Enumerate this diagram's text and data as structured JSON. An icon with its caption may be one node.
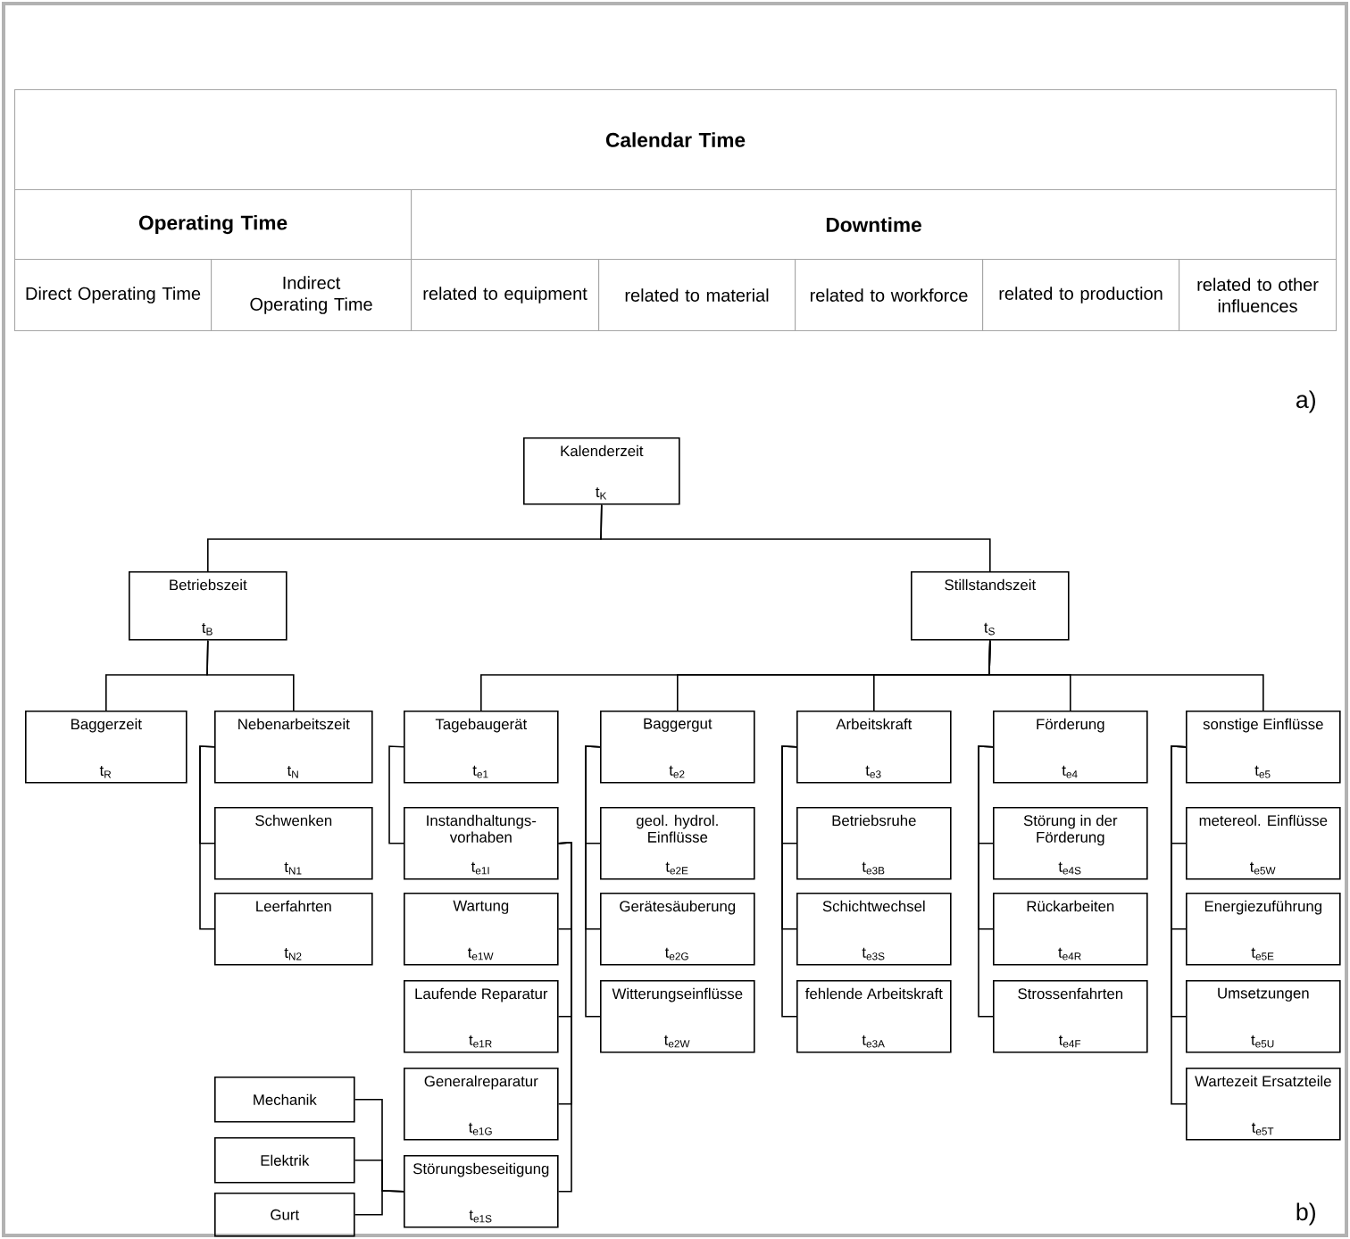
{
  "diagram": {
    "nodes": [
      {
        "text": [
          "Kalenderzeit",
          "t$_{K}$"
        ]
      },
      {
        "text": [
          "Betriebszeit",
          "t$_{B}$"
        ]
      },
      {
        "text": [
          "Stillstandszeit",
          "t$_{S}$"
        ]
      },
      {
        "text": [
          "Baggerzeit",
          "t$_{R}$"
        ]
      },
      {
        "text": [
          "Nebenarbeitszeit",
          "t$_{N}$"
        ]
      },
      {
        "text": [
          "Schwenken",
          "t$_{N1}$"
        ]
      },
      {
        "text": [
          "Leerfahrten",
          "t$_{N2}$"
        ]
      },
      {
        "text": [
          "Tagebaugerät",
          "t$_{e1}$"
        ]
      },
      {
        "text": [
          "Instandhaltungs-vorhaben",
          "t$_{e1I}$"
        ]
      },
      {
        "text": [
          "Wartung",
          "t$_{e1W}$"
        ]
      },
      {
        "text": [
          "Laufende Reparatur",
          "t$_{e1R}$"
        ]
      },
      {
        "text": [
          "Generalreparatur",
          "t$_{e1G}$"
        ]
      },
      {
        "text": [
          "Störungsbeseitigung",
          "t$_{e1S}$"
        ]
      },
      {
        "text": [
          "Mechanik"
        ]
      },
      {
        "text": [
          "Elektrik"
        ]
      },
      {
        "text": [
          "Gurt"
        ]
      },
      {
        "text": [
          "Baggergut",
          "t$_{e2}$"
        ]
      },
      {
        "text": [
          "geol. hydrol. Einflüsse",
          "t$_{e2E}$"
        ]
      },
      {
        "text": [
          "Gerätesäuberung",
          "t$_{e2G}$"
        ]
      },
      {
        "text": [
          "Witterungseinflüsse",
          "t$_{e2W}$"
        ]
      },
      {
        "text": [
          "Arbeitskraft",
          "t$_{e3}$"
        ]
      },
      {
        "text": [
          "Betriebsruhe",
          "t$_{e3B}$"
        ]
      },
      {
        "text": [
          "Schichtwechsel",
          "t$_{e3S}$"
        ]
      },
      {
        "text": [
          "fehlende Arbeitskraft",
          "t$_{e3A}$"
        ]
      },
      {
        "text": [
          "Förderung",
          "t$_{e4}$"
        ]
      },
      {
        "text": [
          "Störung in der Förderung",
          "t$_{e4S}$"
        ]
      },
      {
        "text": [
          "Rückarbeiten",
          "t$_{e4R}$"
        ]
      },
      {
        "text": [
          "Strossenfahrten",
          "t$_{e4F}$"
        ]
      },
      {
        "text": [
          "sonstige Einflüsse",
          "t$_{e5}$"
        ]
      },
      {
        "text": [
          "metereol. Einflüsse",
          "t$_{e5W}$"
        ]
      },
      {
        "text": [
          "Energiezuführung",
          "t$_{e5E}$"
        ]
      },
      {
        "text": [
          "Umsetzungen",
          "t$_{e5U}$"
        ]
      },
      {
        "text": [
          "Wartezeit Ersatzteile",
          "t$_{e5T}$"
        ]
      }
    ],
    "edges": [
      {
        "from": 0,
        "to": 1,
        "arrow": "none"
      },
      {
        "from": 0,
        "to": 2,
        "arrow": "none"
      },
      {
        "from": 1,
        "to": 3,
        "arrow": "none"
      },
      {
        "from": 1,
        "to": 4,
        "arrow": "none"
      },
      {
        "from": 2,
        "to": 7,
        "arrow": "none"
      },
      {
        "from": 2,
        "to": 16,
        "arrow": "none"
      },
      {
        "from": 2,
        "to": 20,
        "arrow": "none"
      },
      {
        "from": 2,
        "to": 24,
        "arrow": "none"
      },
      {
        "from": 2,
        "to": 28,
        "arrow": "none"
      },
      {
        "from": 4,
        "to": 5,
        "arrow": "none"
      },
      {
        "from": 4,
        "to": 6,
        "arrow": "none"
      },
      {
        "from": 7,
        "to": 8,
        "arrow": "none"
      },
      {
        "from": 8,
        "to": 9,
        "arrow": "none"
      },
      {
        "from": 8,
        "to": 10,
        "arrow": "none"
      },
      {
        "from": 8,
        "to": 11,
        "arrow": "none"
      },
      {
        "from": 8,
        "to": 12,
        "arrow": "none"
      },
      {
        "from": 12,
        "to": 13,
        "arrow": "none"
      },
      {
        "from": 12,
        "to": 14,
        "arrow": "none"
      },
      {
        "from": 12,
        "to": 15,
        "arrow": "none"
      },
      {
        "from": 16,
        "to": 17,
        "arrow": "none"
      },
      {
        "from": 16,
        "to": 18,
        "arrow": "none"
      },
      {
        "from": 16,
        "to": 19,
        "arrow": "none"
      },
      {
        "from": 20,
        "to": 21,
        "arrow": "none"
      },
      {
        "from": 20,
        "to": 22,
        "arrow": "none"
      },
      {
        "from": 20,
        "to": 23,
        "arrow": "none"
      },
      {
        "from": 24,
        "to": 25,
        "arrow": "none"
      },
      {
        "from": 24,
        "to": 26,
        "arrow": "none"
      },
      {
        "from": 24,
        "to": 27,
        "arrow": "none"
      },
      {
        "from": 28,
        "to": 29,
        "arrow": "none"
      },
      {
        "from": 28,
        "to": 30,
        "arrow": "none"
      },
      {
        "from": 28,
        "to": 31,
        "arrow": "none"
      },
      {
        "from": 28,
        "to": 32,
        "arrow": "none"
      }
    ],
    "labels": [
      "Calendar Time",
      "Operating Time",
      "Downtime",
      "Direct Operating Time",
      "Indirect Operating Time",
      "related to equipment",
      "related to material",
      "related to workforce",
      "related to production",
      "related to other influences",
      "a)",
      "b)"
    ]
  }
}
